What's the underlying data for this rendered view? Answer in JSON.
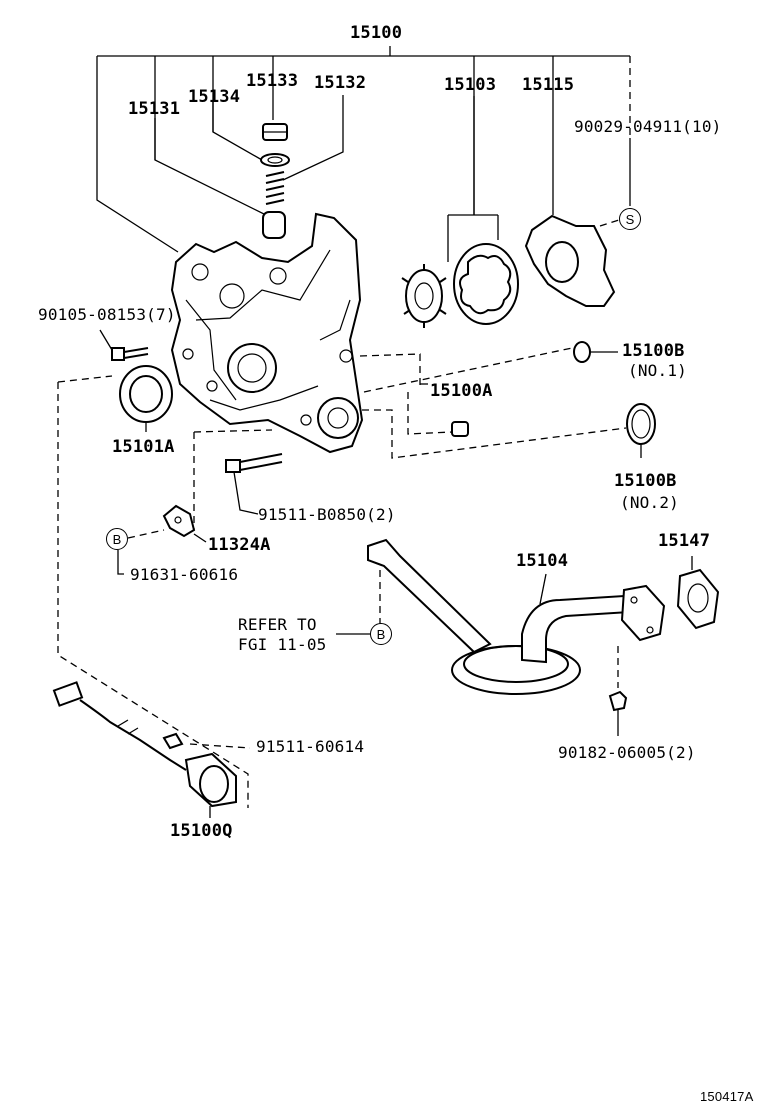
{
  "parts": {
    "p15100": "15100",
    "p15131": "15131",
    "p15134": "15134",
    "p15133": "15133",
    "p15132": "15132",
    "p15103": "15103",
    "p15115": "15115",
    "p90029": "90029-04911(10)",
    "p90105": "90105-08153(7)",
    "p15101A": "15101A",
    "p15100A": "15100A",
    "p15100B1": "15100B",
    "p15100B1sub": "(NO.1)",
    "p15100B2": "15100B",
    "p15100B2sub": "(NO.2)",
    "p91511B": "91511-B0850(2)",
    "p11324A": "11324A",
    "p91631": "91631-60616",
    "p15104": "15104",
    "p15147": "15147",
    "refer1": "REFER TO",
    "refer2": "FGI 11-05",
    "p91511_60614": "91511-60614",
    "p90182": "90182-06005(2)",
    "p15100Q": "15100Q"
  },
  "markers": {
    "s": "S",
    "b1": "B",
    "b2": "B"
  },
  "figure_id": "150417A"
}
